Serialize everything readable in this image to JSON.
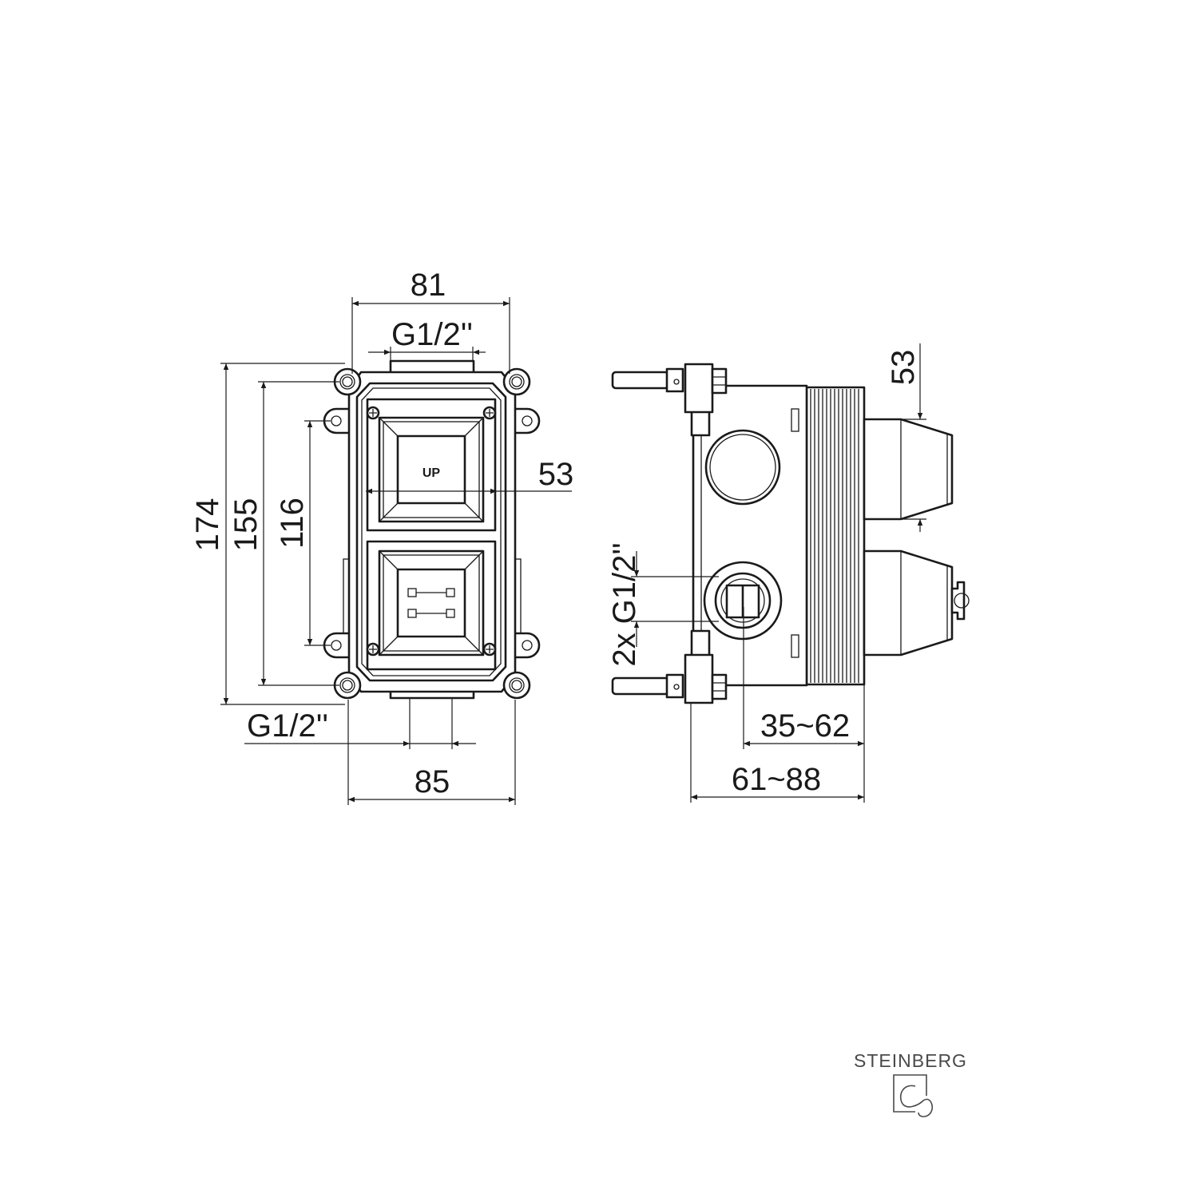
{
  "brand": "STEINBERG",
  "front_view": {
    "width_top": "81",
    "top_connection": "G1/2''",
    "cartridge_label": "UP",
    "spacing": "53",
    "height_overall": "174",
    "height_holes": "155",
    "height_side_holes": "116",
    "bottom_connection": "G1/2''",
    "width_bottom": "85"
  },
  "side_view": {
    "cartridge_spacing": "53",
    "side_connections": "2x G1/2''",
    "depth_range_short": "35~62",
    "depth_range_long": "61~88"
  }
}
